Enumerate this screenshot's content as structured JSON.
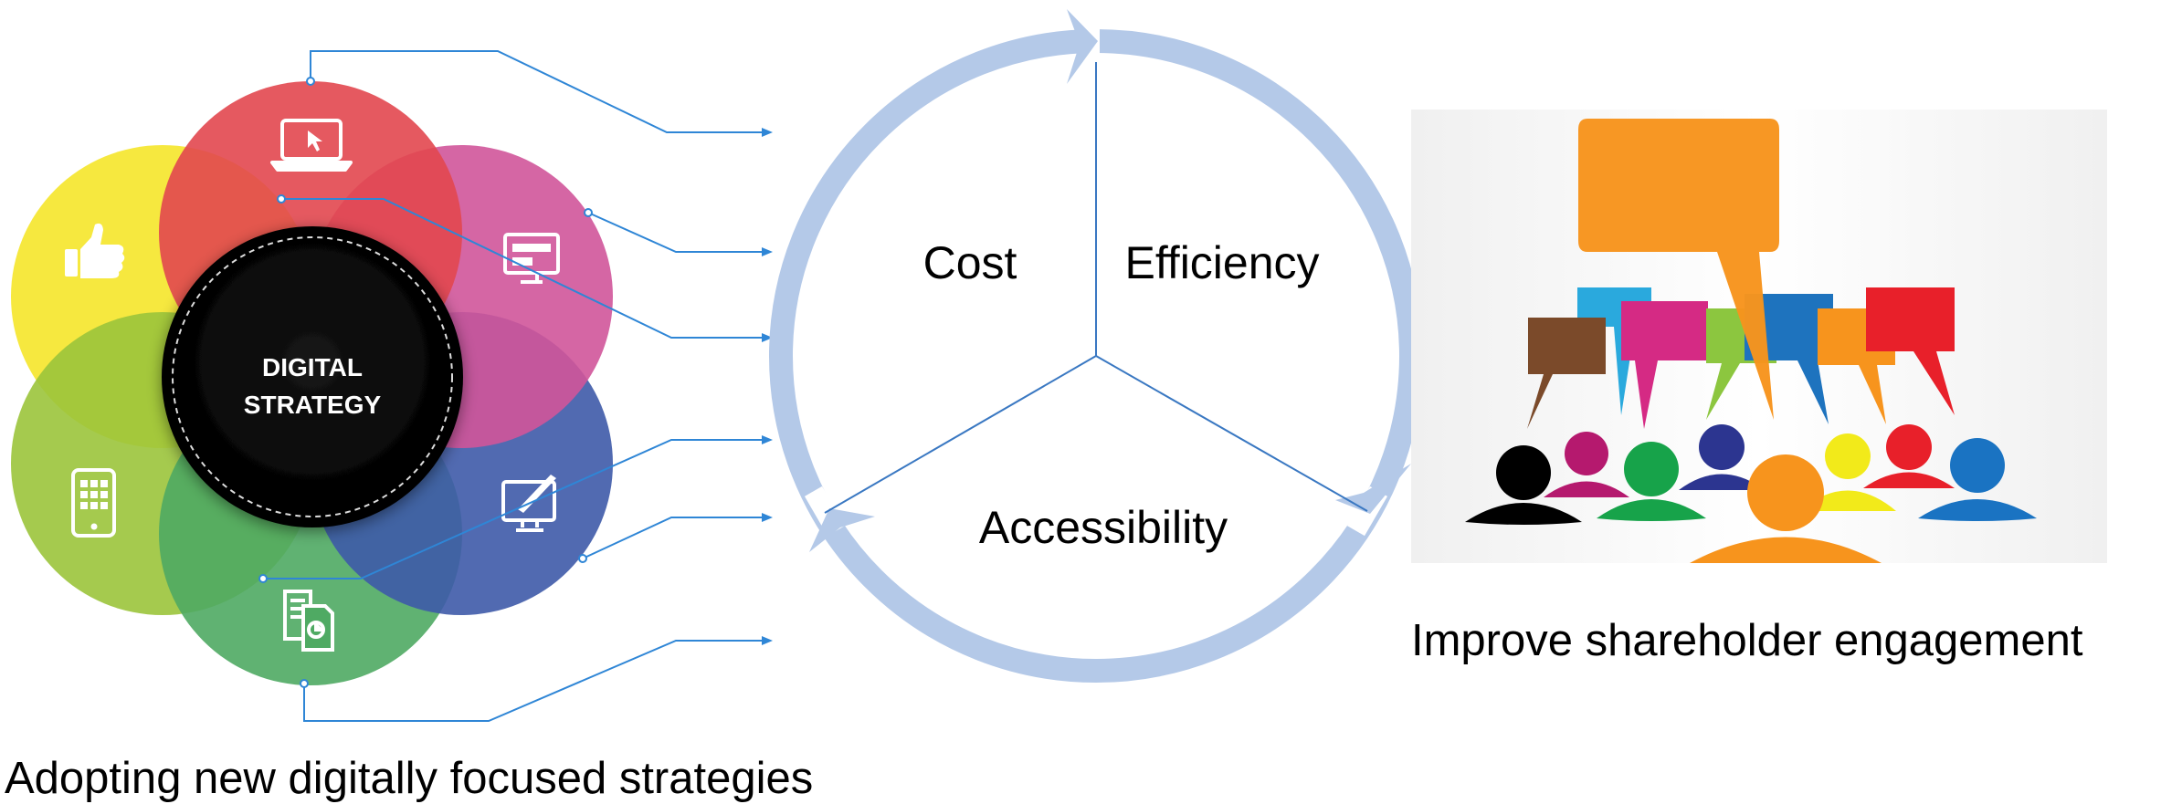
{
  "flower": {
    "center_line1": "DIGITAL",
    "center_line2": "STRATEGY",
    "petals": [
      {
        "name": "red",
        "color": "#e2474f",
        "icon": "laptop-icon"
      },
      {
        "name": "pink",
        "color": "#d0559a",
        "icon": "monitor-icon"
      },
      {
        "name": "blue",
        "color": "#3e5aa8",
        "icon": "design-monitor-icon"
      },
      {
        "name": "green",
        "color": "#4faa63",
        "icon": "document-chart-icon"
      },
      {
        "name": "light-green",
        "color": "#9bc43b",
        "icon": "tablet-icon"
      },
      {
        "name": "yellow",
        "color": "#f5e52a",
        "icon": "thumbs-up-icon"
      }
    ],
    "caption": "Adopting new digitally focused strategies"
  },
  "cycle": {
    "segments": [
      "Cost",
      "Efficiency",
      "Accessibility"
    ],
    "ring_color": "#b4c9e8",
    "line_color": "#3a78c2"
  },
  "engagement": {
    "caption": "Improve shareholder engagement"
  },
  "colors": {
    "connector": "#2f86d6"
  }
}
